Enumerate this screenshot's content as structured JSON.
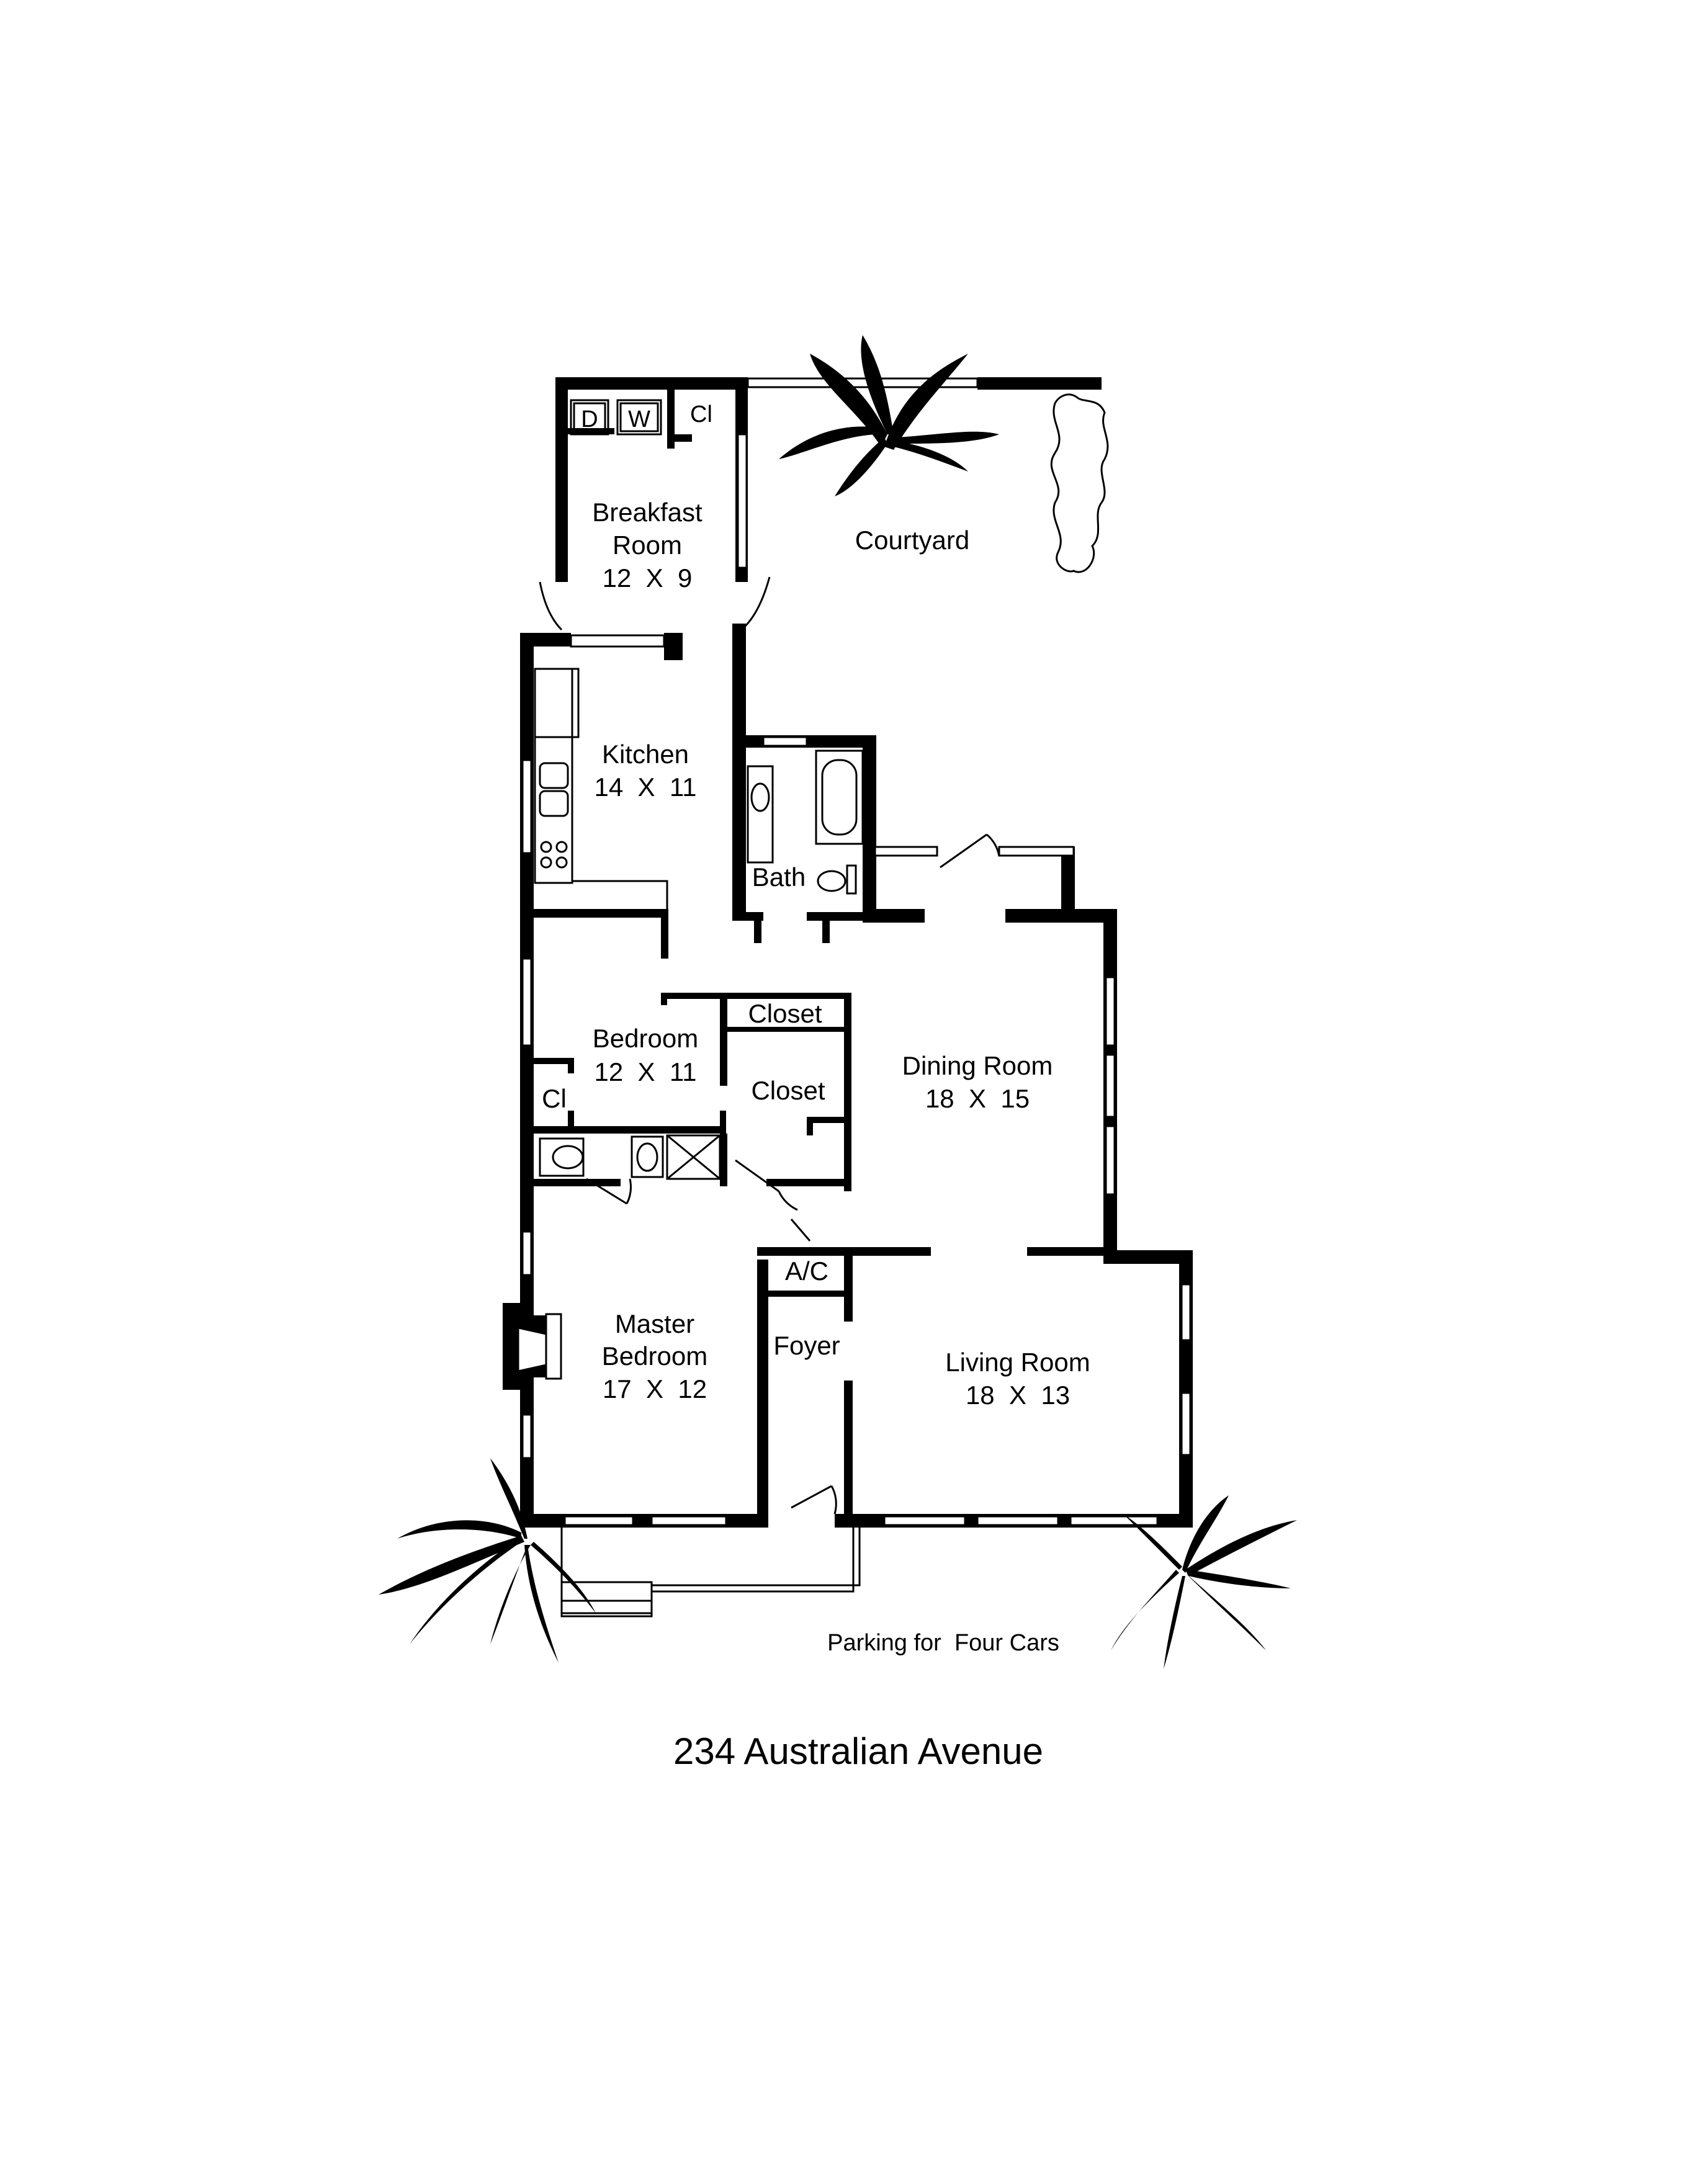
{
  "address": "234 Australian Avenue",
  "parking_note": "Parking for  Four Cars",
  "rooms": {
    "breakfast": {
      "name_line1": "Breakfast",
      "name_line2": "Room",
      "dims": "12  X  9"
    },
    "courtyard": {
      "name": "Courtyard"
    },
    "kitchen": {
      "name": "Kitchen",
      "dims": "14  X  11"
    },
    "bath": {
      "name": "Bath"
    },
    "bedroom": {
      "name": "Bedroom",
      "dims": "12  X  11"
    },
    "closet_top": {
      "name": "Closet"
    },
    "closet_mid": {
      "name": "Closet"
    },
    "closet_small": {
      "name": "Cl"
    },
    "closet_laundry": {
      "name": "Cl"
    },
    "dining": {
      "name": "Dining Room",
      "dims": "18  X  15"
    },
    "master": {
      "name_line1": "Master",
      "name_line2": "Bedroom",
      "dims": "17  X  12"
    },
    "ac": {
      "name": "A/C"
    },
    "foyer": {
      "name": "Foyer"
    },
    "living": {
      "name": "Living Room",
      "dims": "18  X  13"
    }
  },
  "appliances": {
    "dryer": "D",
    "washer": "W"
  }
}
